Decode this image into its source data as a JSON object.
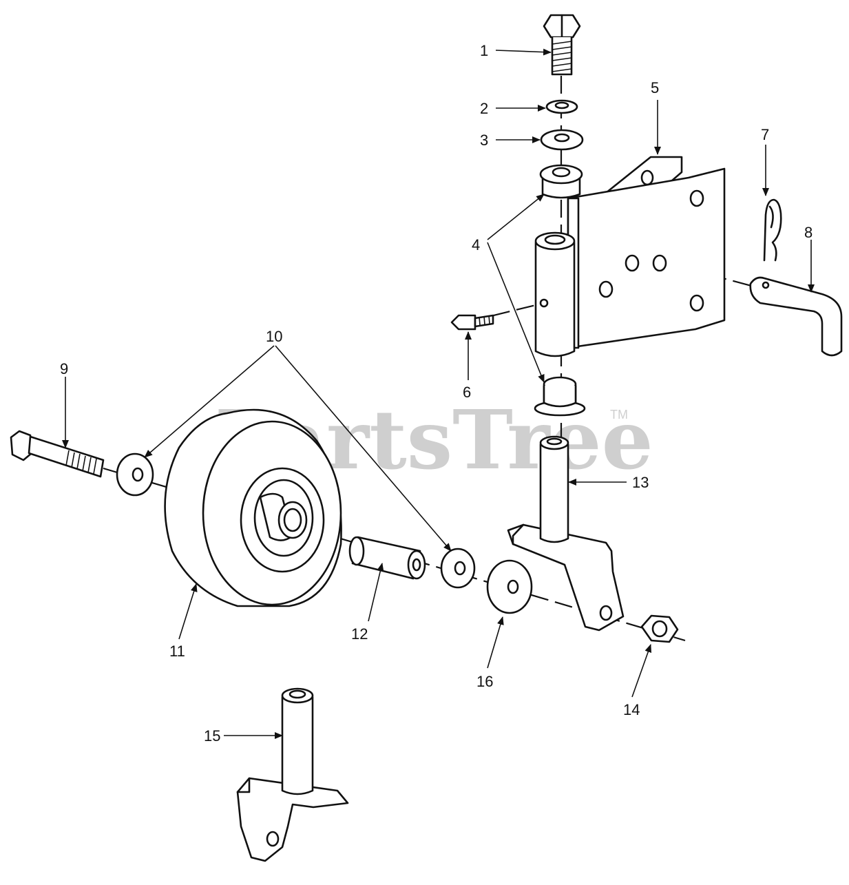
{
  "diagram": {
    "watermark": "PartsTree",
    "watermark_mark": "TM",
    "callouts": [
      "1",
      "2",
      "3",
      "4",
      "5",
      "6",
      "7",
      "8",
      "9",
      "10",
      "11",
      "12",
      "13",
      "14",
      "15",
      "16"
    ]
  },
  "colors": {
    "line": "#111111",
    "background": "#ffffff",
    "watermark": "#cfcfcf"
  }
}
